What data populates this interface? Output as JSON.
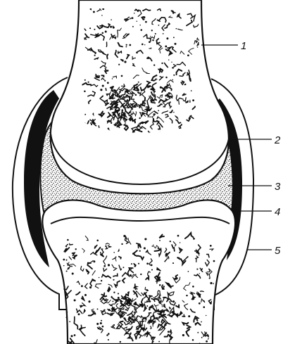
{
  "diagram": {
    "labels": [
      {
        "id": "bone-shaft",
        "text": "1"
      },
      {
        "id": "articular-capsule",
        "text": "2"
      },
      {
        "id": "joint-cavity",
        "text": "3"
      },
      {
        "id": "articular-cartilage",
        "text": "4"
      },
      {
        "id": "synovial-membrane",
        "text": "5"
      }
    ],
    "colors": {
      "ink": "#111111",
      "paper": "#ffffff"
    }
  }
}
